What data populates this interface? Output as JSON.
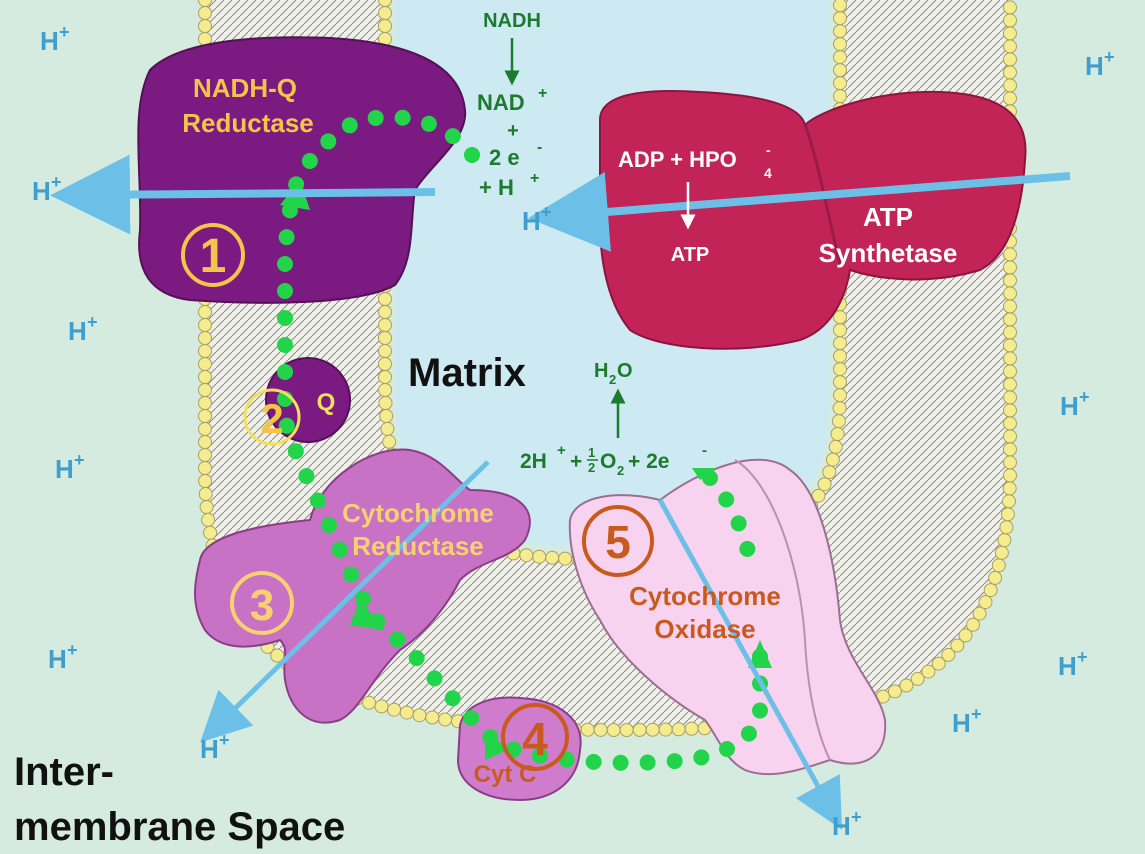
{
  "regions": {
    "matrix": "Matrix",
    "intermembrane_line1": "Inter-",
    "intermembrane_line2": "membrane Space"
  },
  "complexes": {
    "complex1": {
      "number": "1",
      "name_line1": "NADH-Q",
      "name_line2": "Reductase"
    },
    "q": {
      "number": "2",
      "name": "Q"
    },
    "complex3": {
      "number": "3",
      "name_line1": "Cytochrome",
      "name_line2": "Reductase"
    },
    "cytc": {
      "number": "4",
      "name": "Cyt C"
    },
    "complex5": {
      "number": "5",
      "name_line1": "Cytochrome",
      "name_line2": "Oxidase"
    },
    "atp_synthetase": {
      "name_line1": "ATP",
      "name_line2": "Synthetase"
    }
  },
  "reactions": {
    "nadh": "NADH",
    "nad_plus": "NAD",
    "plus": "+",
    "two_e": "2 e",
    "plus_h": "+ H",
    "adp_hpo4": "ADP + HPO",
    "atp": "ATP",
    "h2o": "H",
    "oxygen_eq": "2H"
  },
  "proton_label": "H",
  "colors": {
    "intermembrane": "#d6ebe0",
    "matrix": "#cdeaf2",
    "complex1": "#7b1a80",
    "complex3": "#c772c4",
    "cytc": "#d07ccc",
    "complex5": "#f8d3f0",
    "atp_synthetase": "#c22458",
    "electron_path": "#22d44a",
    "proton_arrow": "#6cc0e8",
    "label_yellow": "#f2c44a",
    "label_orange": "#c85a1e",
    "reaction_green": "#1e7a2e",
    "proton_text": "#3e9fce"
  }
}
